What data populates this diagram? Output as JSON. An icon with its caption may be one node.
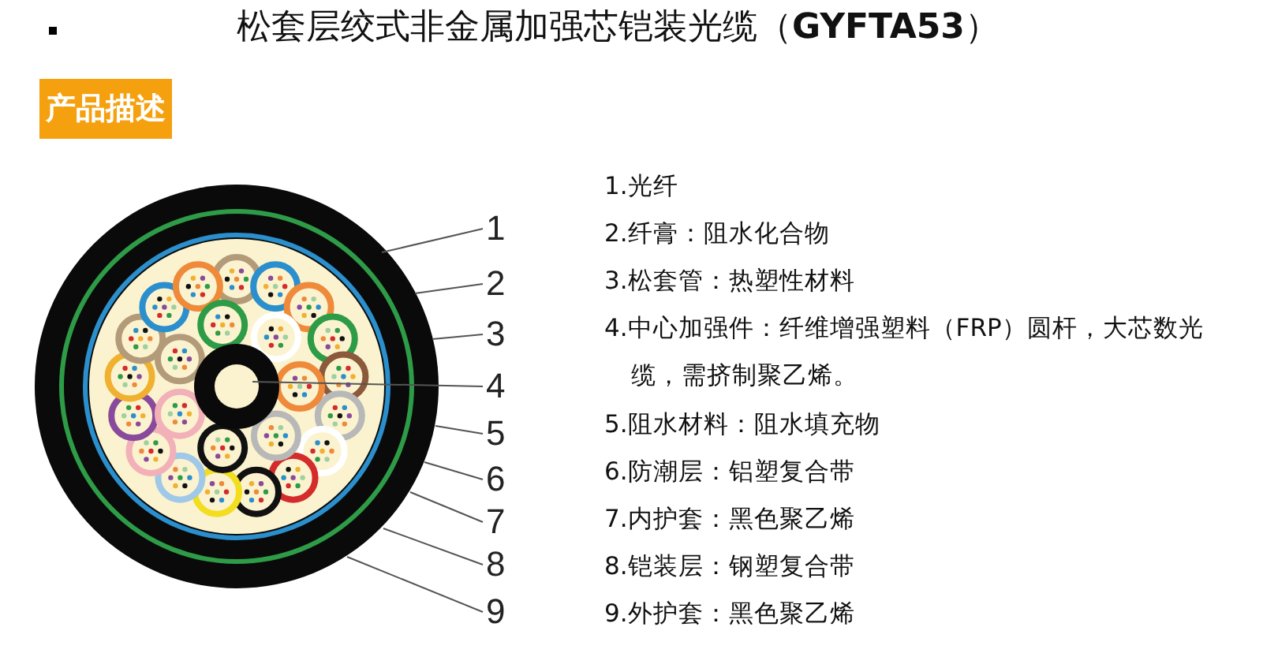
{
  "diagram": {
    "title": "松套层绞式非金属加强芯铠装光缆（**GYFTA53**）",
    "nodes": [
      {
        "text": [
          "1"
        ]
      },
      {
        "text": [
          "2"
        ]
      },
      {
        "text": [
          "3"
        ]
      },
      {
        "text": [
          "4"
        ]
      },
      {
        "text": [
          "5"
        ]
      },
      {
        "text": [
          "6"
        ]
      },
      {
        "text": [
          "7"
        ]
      },
      {
        "text": [
          "8"
        ]
      },
      {
        "text": [
          "9"
        ]
      }
    ],
    "edges": [
      {
        "from": 0,
        "to": null,
        "arrow": "none"
      },
      {
        "from": 1,
        "to": null,
        "arrow": "none"
      },
      {
        "from": 2,
        "to": null,
        "arrow": "none"
      },
      {
        "from": 3,
        "to": null,
        "arrow": "none"
      },
      {
        "from": 4,
        "to": null,
        "arrow": "none"
      },
      {
        "from": 5,
        "to": null,
        "arrow": "none"
      },
      {
        "from": 6,
        "to": null,
        "arrow": "none"
      },
      {
        "from": 7,
        "to": null,
        "arrow": "none"
      },
      {
        "from": 8,
        "to": null,
        "arrow": "none"
      }
    ],
    "labels": [
      "产品描述",
      "1.光纤",
      "2.纤膏：阻水化合物",
      "3.松套管：热塑性材料",
      "4.中心加强件：纤维增强塑料（FRP）圆杆，大芯数光缆，需挤制聚乙烯。",
      "5.阻水材料：阻水填充物",
      "6.防潮层：铝塑复合带",
      "7.内护套：黑色聚乙烯",
      "8.铠装层：钢塑复合带",
      "9.外护套：黑色聚乙烯"
    ]
  }
}
